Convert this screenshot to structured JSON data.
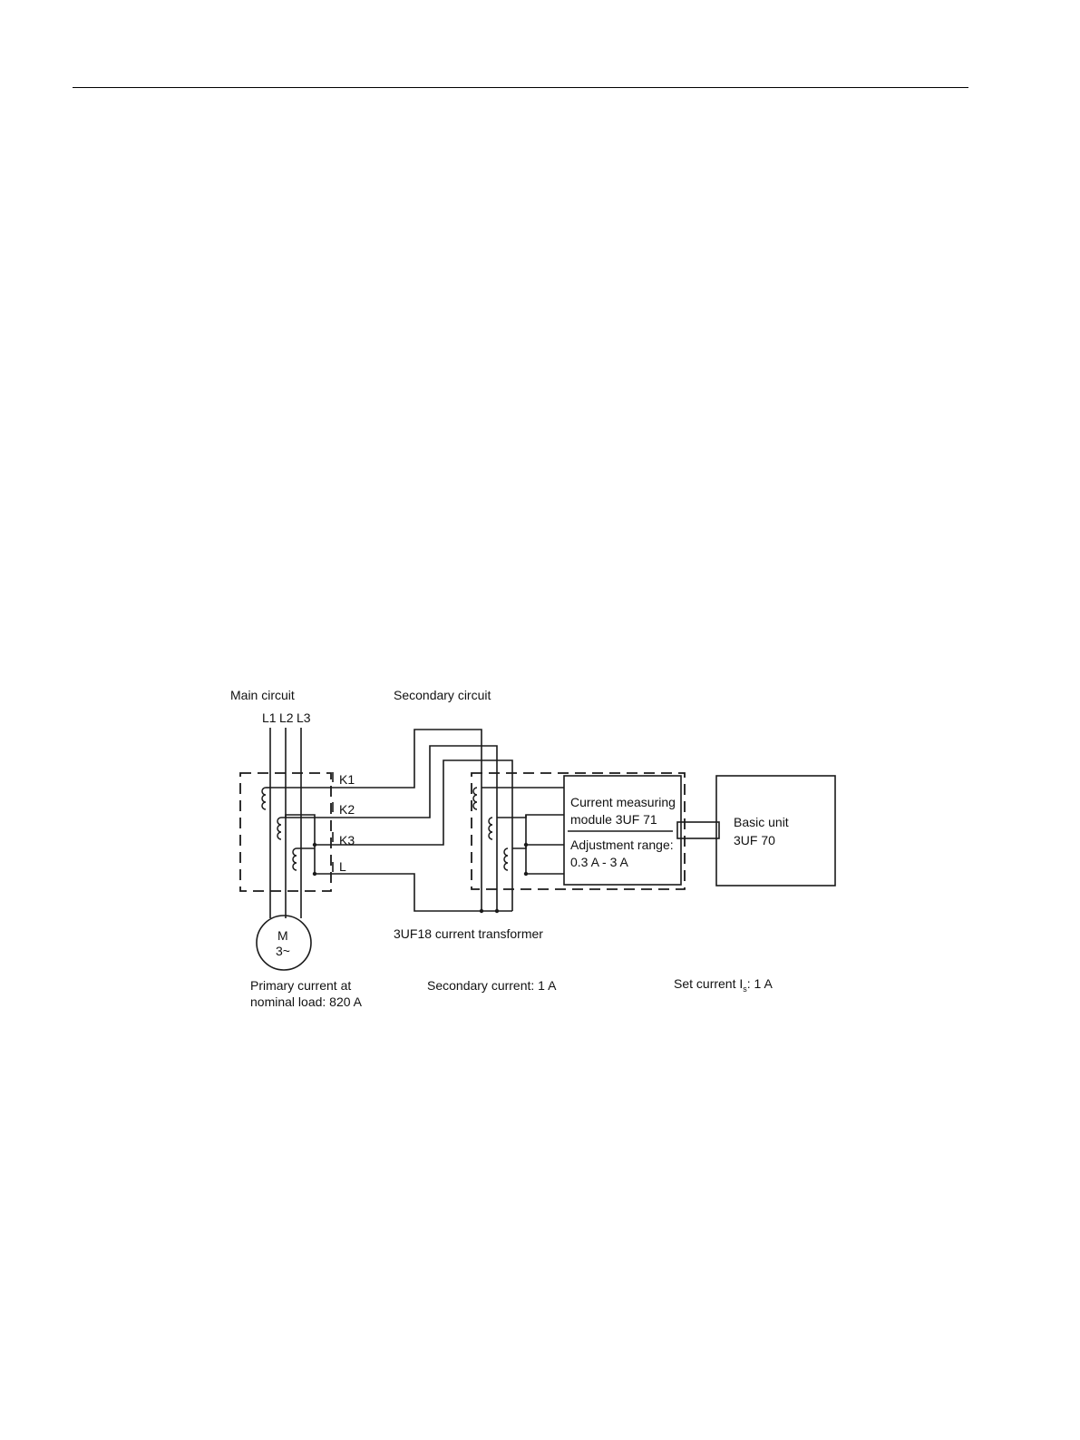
{
  "diagram": {
    "main_circuit_label": "Main circuit",
    "secondary_circuit_label": "Secondary circuit",
    "phases": [
      "L1",
      "L2",
      "L3"
    ],
    "terminals": [
      "K1",
      "K2",
      "K3",
      "L"
    ],
    "motor": {
      "line1": "M",
      "line2": "3~"
    },
    "primary_current": {
      "line1": "Primary current at",
      "line2": "nominal load: 820 A"
    },
    "transformer_label": "3UF18 current transformer",
    "secondary_current_label": "Secondary current: 1 A",
    "current_module": {
      "line1": "Current measuring",
      "line2": "module 3UF 71",
      "line3": "Adjustment range:",
      "line4": "0.3 A - 3 A"
    },
    "basic_unit": {
      "line1": "Basic unit",
      "line2": "3UF 70"
    },
    "set_current": {
      "prefix": "Set current I",
      "subscript": "s",
      "suffix": ": 1 A"
    }
  }
}
